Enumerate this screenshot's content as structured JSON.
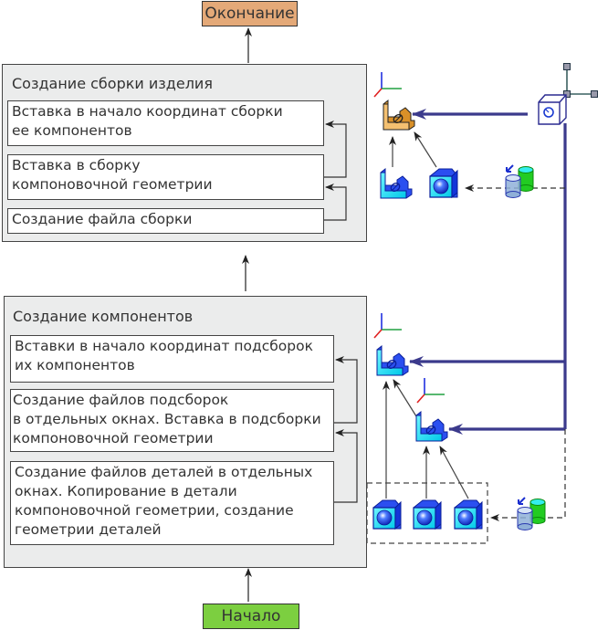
{
  "diagram": {
    "end_label": "Окончание",
    "start_label": "Начало",
    "colors": {
      "end_fill": "#e4a978",
      "start_fill": "#7ccf40",
      "group_fill": "#ebecec",
      "link_blue": "#3b3a8c",
      "part_cyan": "#1ee6f5",
      "part_blue": "#1f3fe0",
      "assembly_orange": "#f0b860"
    },
    "assembly_group": {
      "title": "Создание сборки изделия",
      "steps": [
        {
          "text": "Вставка в начало координат сборки\nее компонентов"
        },
        {
          "text": "Вставка в сборку\nкомпоновочной геометрии"
        },
        {
          "text": "Создание файла сборки"
        }
      ]
    },
    "components_group": {
      "title": "Создание компонентов",
      "steps": [
        {
          "text": "Вставки в начало координат подсборок\nих компонентов"
        },
        {
          "text": "Создание файлов подсборок\nв отдельных окнах. Вставка в подсборки\nкомпоновочной геометрии"
        },
        {
          "text": "Создание файлов деталей в отдельных\nокнах. Копирование в детали\nкомпоновочной геометрии, создание\nгеометрии деталей"
        }
      ]
    },
    "icons": {
      "origin": "coordinate-origin-icon",
      "assembly": "assembly-icon",
      "subassembly": "subassembly-icon",
      "part": "part-icon",
      "layout": "layout-geometry-icon",
      "copy_geometry": "copy-geometry-icon"
    }
  }
}
